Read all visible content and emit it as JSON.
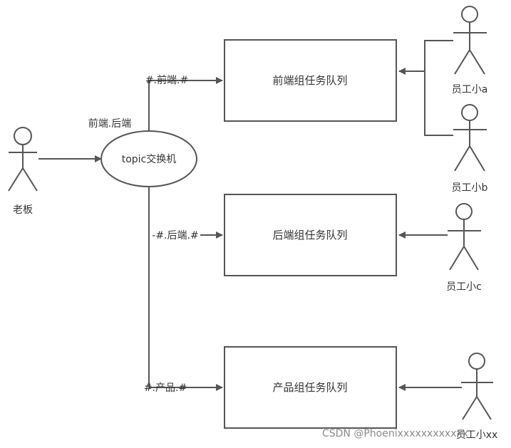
{
  "diagram": {
    "boss": {
      "label": "老板"
    },
    "exchange": {
      "label": "topic交换机",
      "binding_label": "前端.后端"
    },
    "queues": [
      {
        "label": "前端组任务队列",
        "routing_key": "#.前端.#"
      },
      {
        "label": "后端组任务队列",
        "routing_key": "-#.后端.#"
      },
      {
        "label": "产品组任务队列",
        "routing_key": "#.产品.#"
      }
    ],
    "workers": [
      {
        "label": "员工小a"
      },
      {
        "label": "员工小b"
      },
      {
        "label": "员工小c"
      },
      {
        "label": "员工小xx"
      }
    ]
  },
  "watermark": "CSDN @Phoenixxxxxxxxxxxx",
  "colors": {
    "stroke": "#555555",
    "text": "#333333",
    "watermark": "#8a8a8a"
  }
}
